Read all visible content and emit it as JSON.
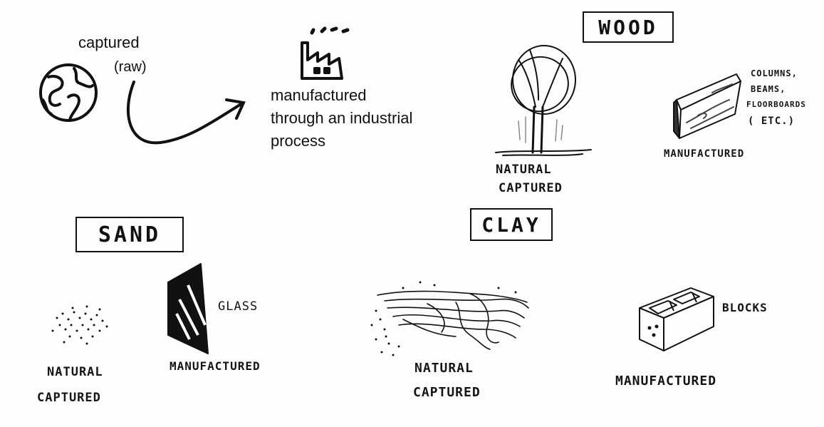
{
  "legend": {
    "captured": "captured",
    "raw": "(raw)",
    "manufactured_1": "manufactured",
    "manufactured_2": "through an industrial",
    "manufactured_3": "process"
  },
  "wood": {
    "title": "WOOD",
    "natural_1": "NATURAL",
    "natural_2": "CAPTURED",
    "products_1": "COLUMNS,",
    "products_2": "BEAMS,",
    "products_3": "FLOORBOARDS",
    "products_4": "( ETC.)",
    "manufactured": "MANUFACTURED"
  },
  "sand": {
    "title": "SAND",
    "natural_1": "NATURAL",
    "natural_2": "CAPTURED",
    "product": "GLASS",
    "manufactured": "MANUFACTURED"
  },
  "clay": {
    "title": "CLAY",
    "natural_1": "NATURAL",
    "natural_2": "CAPTURED",
    "product": "BLOCKS",
    "manufactured": "MANUFACTURED"
  },
  "colors": {
    "ink": "#111111",
    "paper": "#fdfdfd"
  }
}
